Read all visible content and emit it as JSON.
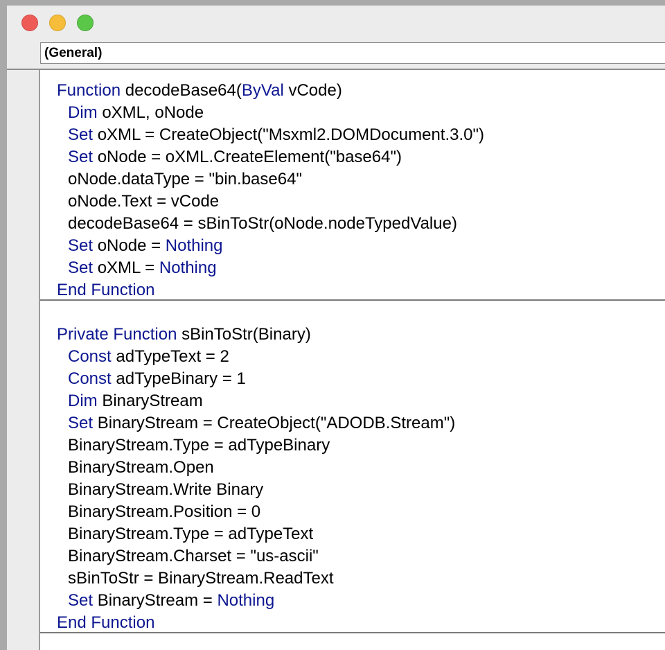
{
  "window": {
    "traffic_lights": [
      "close",
      "minimize",
      "zoom"
    ]
  },
  "object_dropdown": {
    "selected": "(General)"
  },
  "code": {
    "function1": [
      {
        "indent": false,
        "tokens": [
          {
            "kw": true,
            "t": "Function"
          },
          {
            "kw": false,
            "t": " decodeBase64("
          },
          {
            "kw": true,
            "t": "ByVal"
          },
          {
            "kw": false,
            "t": " vCode)"
          }
        ]
      },
      {
        "indent": true,
        "tokens": [
          {
            "kw": true,
            "t": "Dim"
          },
          {
            "kw": false,
            "t": " oXML, oNode"
          }
        ]
      },
      {
        "indent": true,
        "tokens": [
          {
            "kw": true,
            "t": "Set"
          },
          {
            "kw": false,
            "t": " oXML = CreateObject(\"Msxml2.DOMDocument.3.0\")"
          }
        ]
      },
      {
        "indent": true,
        "tokens": [
          {
            "kw": true,
            "t": "Set"
          },
          {
            "kw": false,
            "t": " oNode = oXML.CreateElement(\"base64\")"
          }
        ]
      },
      {
        "indent": true,
        "tokens": [
          {
            "kw": false,
            "t": "oNode.dataType = \"bin.base64\""
          }
        ]
      },
      {
        "indent": true,
        "tokens": [
          {
            "kw": false,
            "t": "oNode.Text = vCode"
          }
        ]
      },
      {
        "indent": true,
        "tokens": [
          {
            "kw": false,
            "t": "decodeBase64 = sBinToStr(oNode.nodeTypedValue)"
          }
        ]
      },
      {
        "indent": true,
        "tokens": [
          {
            "kw": true,
            "t": "Set"
          },
          {
            "kw": false,
            "t": " oNode = "
          },
          {
            "kw": true,
            "t": "Nothing"
          }
        ]
      },
      {
        "indent": true,
        "tokens": [
          {
            "kw": true,
            "t": "Set"
          },
          {
            "kw": false,
            "t": " oXML = "
          },
          {
            "kw": true,
            "t": "Nothing"
          }
        ]
      },
      {
        "indent": false,
        "tokens": [
          {
            "kw": true,
            "t": "End Function"
          }
        ]
      }
    ],
    "function2": [
      {
        "indent": false,
        "tokens": [
          {
            "kw": true,
            "t": "Private Function"
          },
          {
            "kw": false,
            "t": " sBinToStr(Binary)"
          }
        ]
      },
      {
        "indent": true,
        "tokens": [
          {
            "kw": true,
            "t": "Const"
          },
          {
            "kw": false,
            "t": " adTypeText = 2"
          }
        ]
      },
      {
        "indent": true,
        "tokens": [
          {
            "kw": true,
            "t": "Const"
          },
          {
            "kw": false,
            "t": " adTypeBinary = 1"
          }
        ]
      },
      {
        "indent": true,
        "tokens": [
          {
            "kw": true,
            "t": "Dim"
          },
          {
            "kw": false,
            "t": " BinaryStream"
          }
        ]
      },
      {
        "indent": true,
        "tokens": [
          {
            "kw": true,
            "t": "Set"
          },
          {
            "kw": false,
            "t": " BinaryStream = CreateObject(\"ADODB.Stream\")"
          }
        ]
      },
      {
        "indent": true,
        "tokens": [
          {
            "kw": false,
            "t": "BinaryStream.Type = adTypeBinary"
          }
        ]
      },
      {
        "indent": true,
        "tokens": [
          {
            "kw": false,
            "t": "BinaryStream.Open"
          }
        ]
      },
      {
        "indent": true,
        "tokens": [
          {
            "kw": false,
            "t": "BinaryStream.Write Binary"
          }
        ]
      },
      {
        "indent": true,
        "tokens": [
          {
            "kw": false,
            "t": "BinaryStream.Position = 0"
          }
        ]
      },
      {
        "indent": true,
        "tokens": [
          {
            "kw": false,
            "t": "BinaryStream.Type = adTypeText"
          }
        ]
      },
      {
        "indent": true,
        "tokens": [
          {
            "kw": false,
            "t": "BinaryStream.Charset = \"us-ascii\""
          }
        ]
      },
      {
        "indent": true,
        "tokens": [
          {
            "kw": false,
            "t": "sBinToStr = BinaryStream.ReadText"
          }
        ]
      },
      {
        "indent": true,
        "tokens": [
          {
            "kw": true,
            "t": "Set"
          },
          {
            "kw": false,
            "t": " BinaryStream = "
          },
          {
            "kw": true,
            "t": "Nothing"
          }
        ]
      },
      {
        "indent": false,
        "tokens": [
          {
            "kw": true,
            "t": "End Function"
          }
        ]
      }
    ]
  },
  "colors": {
    "keyword": "#0c1690",
    "text": "#000000"
  }
}
